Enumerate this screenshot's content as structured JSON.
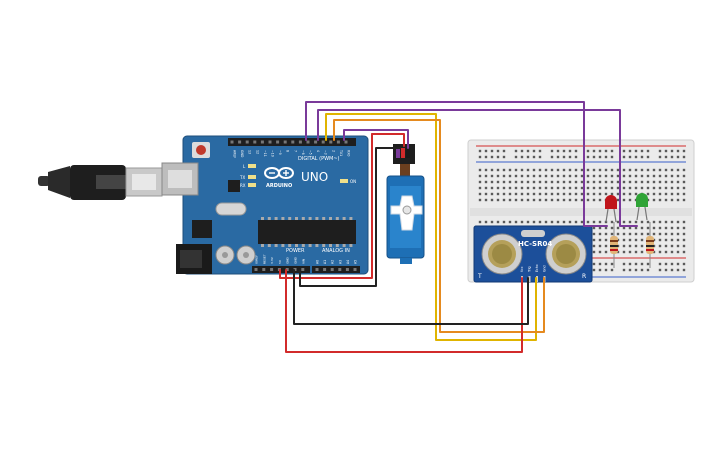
{
  "arduino": {
    "brand_text": "UNO",
    "logo_text": "ARDUINO",
    "digital_header_label": "DIGITAL (PWM~)",
    "power_label": "POWER",
    "analog_label": "ANALOG IN",
    "led_labels": {
      "l": "L",
      "tx": "TX",
      "rx": "RX",
      "on": "ON"
    },
    "digital_pins": [
      "AREF",
      "GND",
      "13",
      "12",
      "~11",
      "~10",
      "~9",
      "8",
      "7",
      "~6",
      "~5",
      "4",
      "~3",
      "2",
      "TX1",
      "RX0"
    ],
    "power_pins": [
      "IOREF",
      "RESET",
      "3.3V",
      "5V",
      "GND",
      "GND",
      "VIN"
    ],
    "analog_pins": [
      "A0",
      "A1",
      "A2",
      "A3",
      "A4",
      "A5"
    ]
  },
  "sensor": {
    "name": "HC-SR04",
    "pins": [
      "Vcc",
      "Trig",
      "Echo",
      "Gnd"
    ],
    "side_left": "T",
    "side_right": "R"
  },
  "colors": {
    "board": "#2a6aa3",
    "breadboard": "#ebebeb",
    "wire_red": "#d22b2b",
    "wire_black": "#222222",
    "wire_purple": "#7a3a9a",
    "wire_yellow": "#e0b400",
    "wire_orange": "#e58a1f",
    "led_red": "#c0151b",
    "led_green": "#2fa336",
    "servo": "#1e6fb5",
    "sensor_board": "#1c4f9a"
  }
}
